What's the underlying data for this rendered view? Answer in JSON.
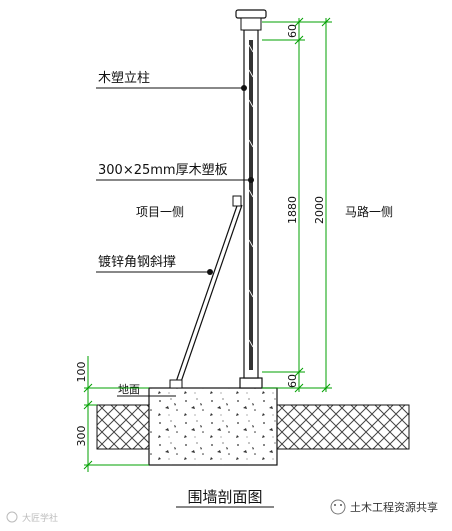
{
  "diagram": {
    "title": "围墙剖面图",
    "labels": {
      "post": "木塑立柱",
      "board": "300×25mm厚木塑板",
      "project_side": "项目一侧",
      "road_side": "马路一侧",
      "brace": "镀锌角钢斜撑",
      "ground": "地面"
    },
    "dimensions": {
      "top_cap": "60",
      "board_height": "1880",
      "total_height": "2000",
      "bottom_gap": "60",
      "above_ground": "100",
      "foundation_depth": "300"
    }
  },
  "watermark": {
    "left_text": "大匠学社",
    "right_text": "土木工程资源共享"
  },
  "colors": {
    "line": "#111111",
    "dimension": "#00a000",
    "hatch": "#444444"
  }
}
